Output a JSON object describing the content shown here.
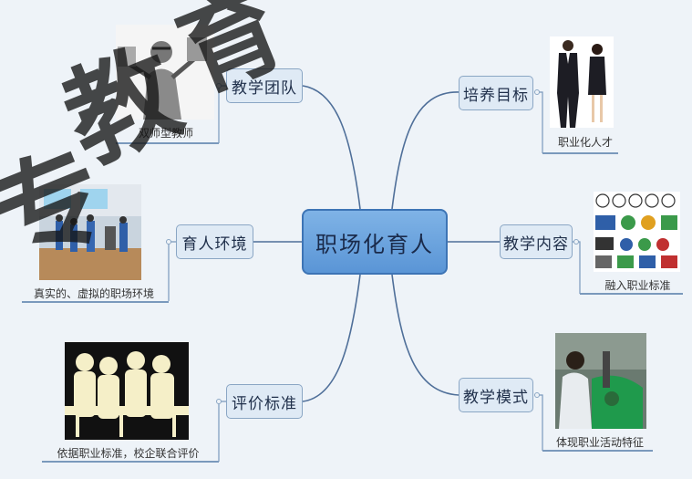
{
  "center": "职场化育人",
  "branches": {
    "teaching_team": {
      "label": "教学团队",
      "caption": "双师型教师",
      "image": "dual-teacher-illustration"
    },
    "environment": {
      "label": "育人环境",
      "caption": "真实的、虚拟的职场环境",
      "image": "workshop-photo"
    },
    "evaluation": {
      "label": "评价标准",
      "caption": "依据职业标准，校企联合评价",
      "image": "meeting-silhouette"
    },
    "goal": {
      "label": "培养目标",
      "caption": "职业化人才",
      "image": "professionals-figures"
    },
    "content": {
      "label": "教学内容",
      "caption": "融入职业标准",
      "image": "certification-logos"
    },
    "mode": {
      "label": "教学模式",
      "caption": "体现职业活动特征",
      "image": "practice-photo"
    }
  },
  "watermark": "专教育"
}
